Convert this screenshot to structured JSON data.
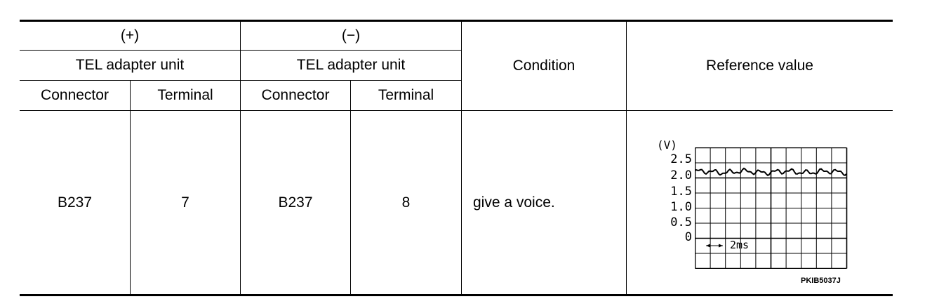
{
  "header": {
    "plus_label": "(+)",
    "minus_label": "(−)",
    "plus_unit": "TEL adapter unit",
    "minus_unit": "TEL adapter unit",
    "condition_label": "Condition",
    "reference_label": "Reference value",
    "plus_connector": "Connector",
    "plus_terminal": "Terminal",
    "minus_connector": "Connector",
    "minus_terminal": "Terminal"
  },
  "row": {
    "plus_connector": "B237",
    "plus_terminal": "7",
    "minus_connector": "B237",
    "minus_terminal": "8",
    "condition": "give a voice."
  },
  "waveform": {
    "unit_label": "(V)",
    "y_labels": [
      "2.5",
      "2.0",
      "1.5",
      "1.0",
      "0.5",
      "0"
    ],
    "time_div_label": "2ms",
    "figure_code": "PKIB5037J",
    "signal_baseline_v": 2.2,
    "signal_amplitude_v": 0.1
  }
}
